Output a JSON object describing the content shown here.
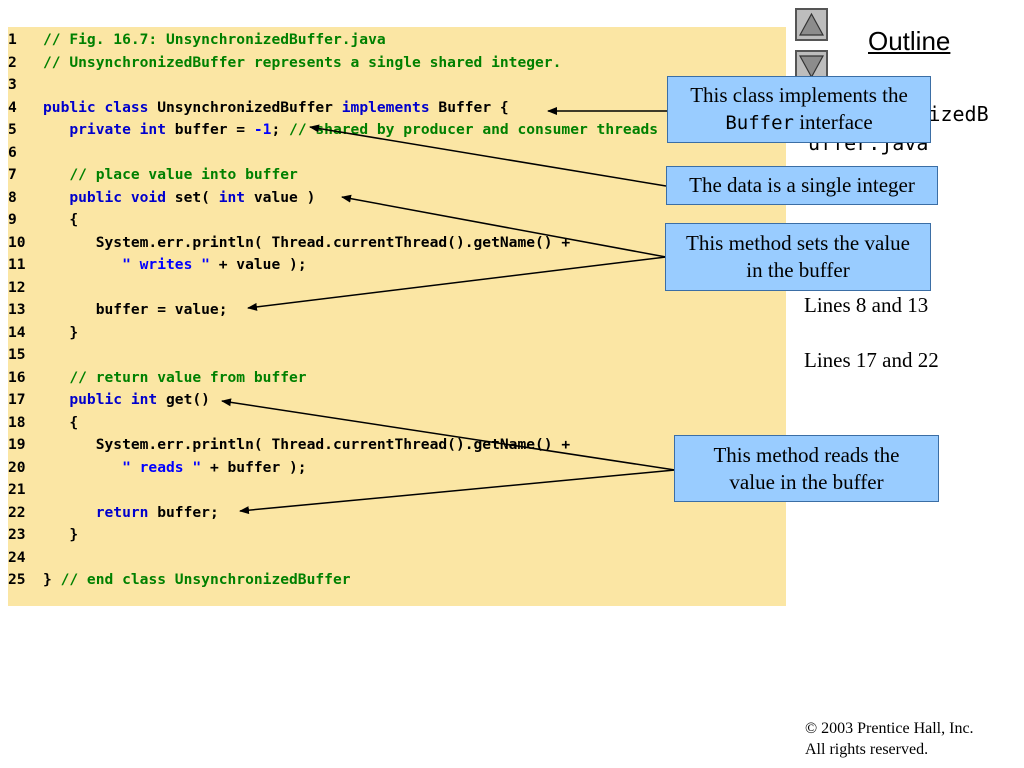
{
  "outline": {
    "title": "Outline",
    "file_name": [
      "UnsynchronizedB",
      "uffer.java"
    ],
    "notes": [
      "Lines 8 and 13",
      "Lines 17 and 22"
    ],
    "up_icon": "triangle-up-icon",
    "down_icon": "triangle-down-icon"
  },
  "code_lines": [
    {
      "n": "1",
      "parts": [
        {
          "t": "// Fig. 16.7: UnsynchronizedBuffer.java",
          "c": "c"
        }
      ]
    },
    {
      "n": "2",
      "parts": [
        {
          "t": "// UnsynchronizedBuffer represents a single shared integer.",
          "c": "c"
        }
      ]
    },
    {
      "n": "3",
      "parts": []
    },
    {
      "n": "4",
      "parts": [
        {
          "t": "public class ",
          "c": "k"
        },
        {
          "t": "UnsynchronizedBuffer ",
          "c": ""
        },
        {
          "t": "implements ",
          "c": "k"
        },
        {
          "t": "Buffer {",
          "c": ""
        }
      ]
    },
    {
      "n": "5",
      "parts": [
        {
          "t": "   private int ",
          "c": "k"
        },
        {
          "t": "buffer = ",
          "c": ""
        },
        {
          "t": "-1",
          "c": "s"
        },
        {
          "t": "; ",
          "c": ""
        },
        {
          "t": "// shared by producer and consumer threads",
          "c": "c"
        }
      ]
    },
    {
      "n": "6",
      "parts": []
    },
    {
      "n": "7",
      "parts": [
        {
          "t": "   // place value into buffer",
          "c": "c"
        }
      ]
    },
    {
      "n": "8",
      "parts": [
        {
          "t": "   public void ",
          "c": "k"
        },
        {
          "t": "set( ",
          "c": ""
        },
        {
          "t": "int ",
          "c": "k"
        },
        {
          "t": "value )",
          "c": ""
        }
      ]
    },
    {
      "n": "9",
      "parts": [
        {
          "t": "   {",
          "c": ""
        }
      ]
    },
    {
      "n": "10",
      "parts": [
        {
          "t": "      System.err.println( Thread.currentThread().getName() +",
          "c": ""
        }
      ]
    },
    {
      "n": "11",
      "parts": [
        {
          "t": "         ",
          "c": ""
        },
        {
          "t": "\" writes \"",
          "c": "s"
        },
        {
          "t": " + value );",
          "c": ""
        }
      ]
    },
    {
      "n": "12",
      "parts": []
    },
    {
      "n": "13",
      "parts": [
        {
          "t": "      buffer = value;",
          "c": ""
        }
      ]
    },
    {
      "n": "14",
      "parts": [
        {
          "t": "   }",
          "c": ""
        }
      ]
    },
    {
      "n": "15",
      "parts": []
    },
    {
      "n": "16",
      "parts": [
        {
          "t": "   // return value from buffer",
          "c": "c"
        }
      ]
    },
    {
      "n": "17",
      "parts": [
        {
          "t": "   public int ",
          "c": "k"
        },
        {
          "t": "get()",
          "c": ""
        }
      ]
    },
    {
      "n": "18",
      "parts": [
        {
          "t": "   {",
          "c": ""
        }
      ]
    },
    {
      "n": "19",
      "parts": [
        {
          "t": "      System.err.println( Thread.currentThread().getName() +",
          "c": ""
        }
      ]
    },
    {
      "n": "20",
      "parts": [
        {
          "t": "         ",
          "c": ""
        },
        {
          "t": "\" reads \"",
          "c": "s"
        },
        {
          "t": " + buffer );",
          "c": ""
        }
      ]
    },
    {
      "n": "21",
      "parts": []
    },
    {
      "n": "22",
      "parts": [
        {
          "t": "      ",
          "c": ""
        },
        {
          "t": "return ",
          "c": "k"
        },
        {
          "t": "buffer;",
          "c": ""
        }
      ]
    },
    {
      "n": "23",
      "parts": [
        {
          "t": "   }",
          "c": ""
        }
      ]
    },
    {
      "n": "24",
      "parts": []
    },
    {
      "n": "25",
      "parts": [
        {
          "t": "} ",
          "c": ""
        },
        {
          "t": "// end class UnsynchronizedBuffer",
          "c": "c"
        }
      ]
    }
  ],
  "callouts": {
    "c1_pre": "This class implements the",
    "c1_mono": "Buffer",
    "c1_post": " interface",
    "c2": "The data is a single integer",
    "c3": [
      "This method sets the value",
      "in the buffer"
    ],
    "c4": [
      "This method reads the",
      "value in the buffer"
    ]
  },
  "copyright": {
    "line1": "© 2003 Prentice Hall, Inc.",
    "line2": "All rights reserved."
  }
}
